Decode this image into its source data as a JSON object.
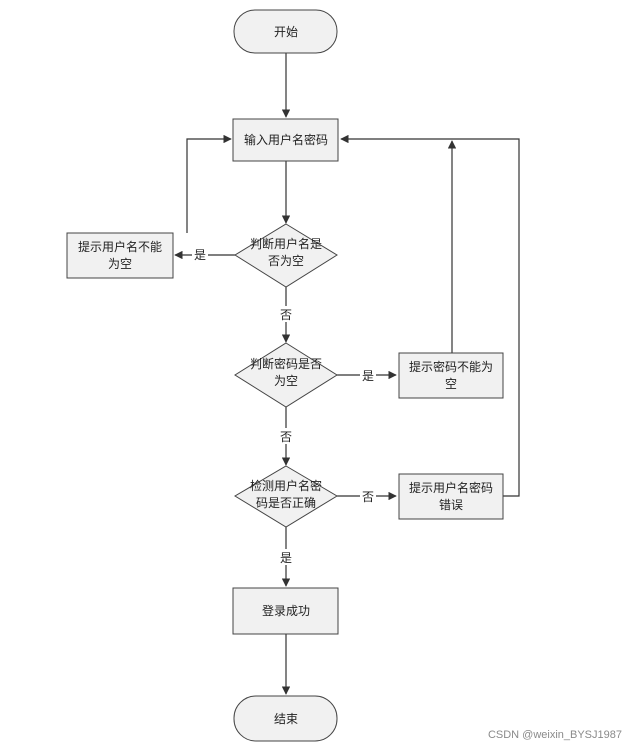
{
  "diagram": {
    "nodes": {
      "start": {
        "shape": "terminal",
        "lines": [
          "开始"
        ]
      },
      "input": {
        "shape": "process",
        "lines": [
          "输入用户名密码"
        ]
      },
      "check_username": {
        "shape": "decision",
        "lines": [
          "判断用户名是",
          "否为空"
        ]
      },
      "tip_username_empty": {
        "shape": "process",
        "lines": [
          "提示用户名不能",
          "为空"
        ]
      },
      "check_password": {
        "shape": "decision",
        "lines": [
          "判断密码是否",
          "为空"
        ]
      },
      "tip_password_empty": {
        "shape": "process",
        "lines": [
          "提示密码不能为",
          "空"
        ]
      },
      "verify": {
        "shape": "decision",
        "lines": [
          "检测用户名密",
          "码是否正确"
        ]
      },
      "tip_wrong": {
        "shape": "process",
        "lines": [
          "提示用户名密码",
          "错误"
        ]
      },
      "success": {
        "shape": "process",
        "lines": [
          "登录成功"
        ]
      },
      "end": {
        "shape": "terminal",
        "lines": [
          "结束"
        ]
      }
    },
    "edges": {
      "start_to_input": {
        "from": "start",
        "to": "input",
        "label": ""
      },
      "input_to_check_username": {
        "from": "input",
        "to": "check_username",
        "label": ""
      },
      "check_username_yes": {
        "from": "check_username",
        "to": "tip_username_empty",
        "label": "是"
      },
      "tip_username_back": {
        "from": "tip_username_empty",
        "to": "input",
        "label": ""
      },
      "check_username_no": {
        "from": "check_username",
        "to": "check_password",
        "label": "否"
      },
      "check_password_yes": {
        "from": "check_password",
        "to": "tip_password_empty",
        "label": "是"
      },
      "tip_password_back": {
        "from": "tip_password_empty",
        "to": "input",
        "label": ""
      },
      "check_password_no": {
        "from": "check_password",
        "to": "verify",
        "label": "否"
      },
      "verify_no": {
        "from": "verify",
        "to": "tip_wrong",
        "label": "否"
      },
      "tip_wrong_back": {
        "from": "tip_wrong",
        "to": "input",
        "label": ""
      },
      "verify_yes": {
        "from": "verify",
        "to": "success",
        "label": "是"
      },
      "success_to_end": {
        "from": "success",
        "to": "end",
        "label": ""
      }
    }
  },
  "watermark": "CSDN @weixin_BYSJ1987",
  "colors": {
    "node_fill": "#f1f1f1",
    "stroke": "#444444",
    "edge": "#333333",
    "text": "#222222"
  }
}
